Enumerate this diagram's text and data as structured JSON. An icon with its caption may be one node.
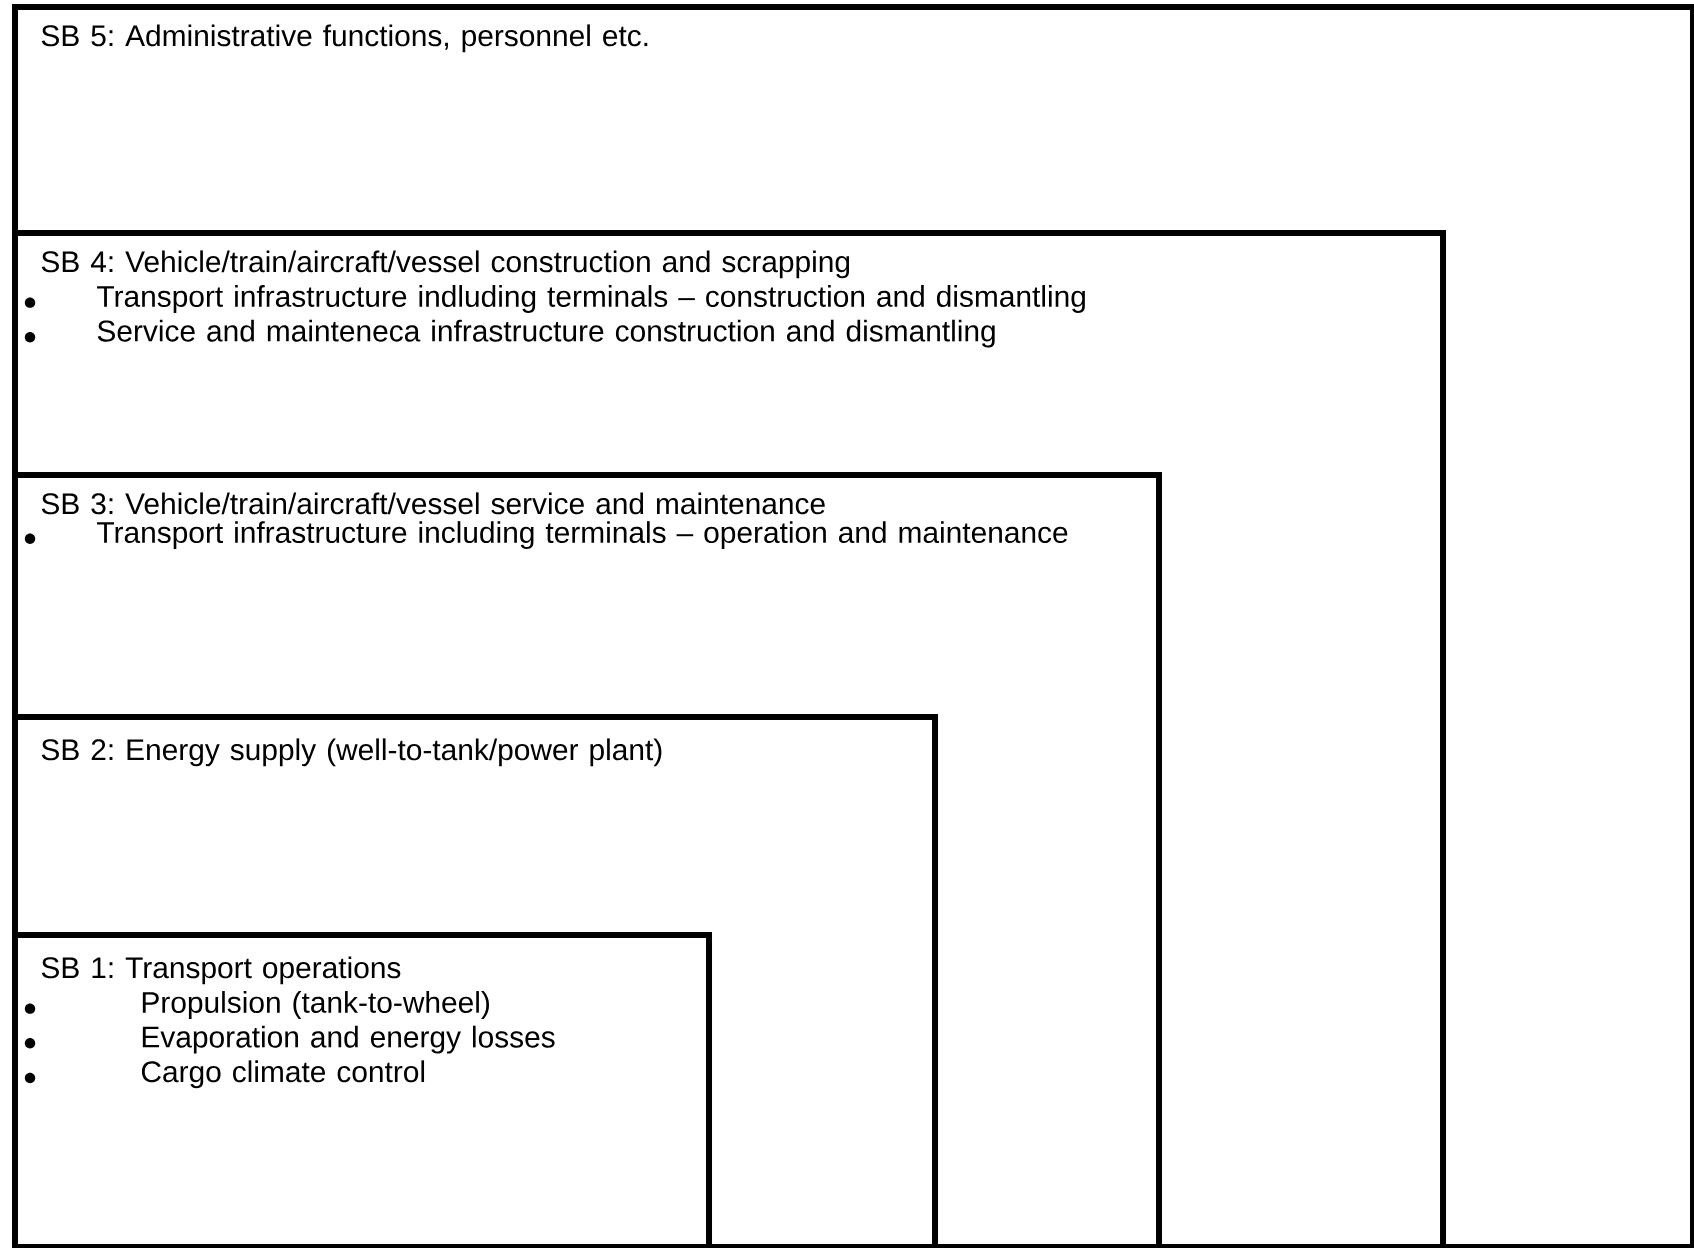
{
  "diagram": {
    "nodes": [
      {
        "text": [
          "SB 5: Administrative functions, personnel etc."
        ]
      },
      {
        "text": [
          "SB 4: Vehicle/train/aircraft/vessel construction and scrapping",
          "Transport infrastructure indluding terminals – construction and dismantling",
          "Service and mainteneca infrastructure construction and dismantling"
        ],
        "in": 0
      },
      {
        "text": [
          "SB 3: Vehicle/train/aircraft/vessel service and maintenance",
          "Transport infrastructure including terminals – operation and maintenance"
        ],
        "in": 1
      },
      {
        "text": [
          "SB 2: Energy supply (well-to-tank/power plant)"
        ],
        "in": 2
      },
      {
        "text": [
          "SB 1: Transport operations",
          "Propulsion (tank-to-wheel)",
          "Evaporation and energy losses",
          "Cargo climate control"
        ],
        "in": 3
      }
    ]
  }
}
